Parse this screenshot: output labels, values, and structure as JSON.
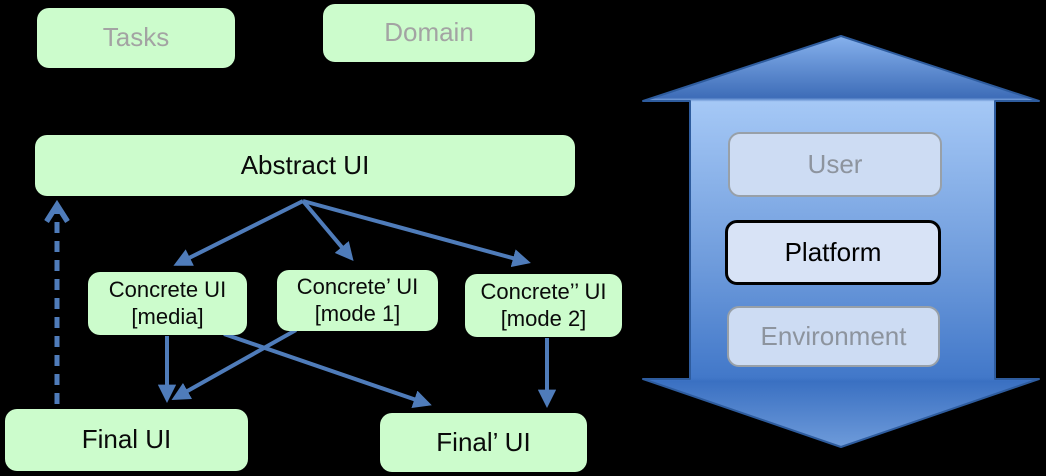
{
  "diagram": {
    "background": "#000000",
    "boxes": {
      "tasks": {
        "label": "Tasks"
      },
      "domain": {
        "label": "Domain"
      },
      "abstract_ui": {
        "label": "Abstract UI"
      },
      "concrete_media": {
        "line1": "Concrete UI",
        "line2": "[media]"
      },
      "concrete_mode1": {
        "line1": "Concrete’ UI",
        "line2": "[mode 1]"
      },
      "concrete_mode2": {
        "line1": "Concrete’’ UI",
        "line2": "[mode 2]"
      },
      "final_ui": {
        "label": "Final UI"
      },
      "final_prime_ui": {
        "label": "Final’ UI"
      }
    },
    "context_arrow": {
      "items": [
        {
          "label": "User",
          "muted": true
        },
        {
          "label": "Platform",
          "muted": false
        },
        {
          "label": "Environment",
          "muted": true
        }
      ]
    },
    "edges": [
      {
        "from": "abstract_ui",
        "to": "concrete_media",
        "style": "solid-arrow"
      },
      {
        "from": "abstract_ui",
        "to": "concrete_mode1",
        "style": "solid-arrow"
      },
      {
        "from": "abstract_ui",
        "to": "concrete_mode2",
        "style": "solid-arrow"
      },
      {
        "from": "concrete_media",
        "to": "final_ui",
        "style": "solid-arrow"
      },
      {
        "from": "concrete_media",
        "to": "final_prime_ui",
        "style": "solid-arrow"
      },
      {
        "from": "concrete_mode1",
        "to": "final_ui",
        "style": "solid-arrow"
      },
      {
        "from": "concrete_mode2",
        "to": "final_prime_ui",
        "style": "solid-arrow"
      },
      {
        "from": "final_ui",
        "to": "abstract_ui",
        "style": "dashed-arrow"
      }
    ],
    "colors": {
      "box_green": "#ccfccc",
      "muted_text": "#a3a3a3",
      "connector_blue": "#4f7cba",
      "big_arrow_light": "#a5c8f6",
      "big_arrow_dark": "#3e6db8",
      "big_arrow_stroke": "#2e5c9e",
      "context_box_fill": "#d3e0f5",
      "context_box_border_muted": "#98a0a8",
      "context_box_border_active": "#000000"
    }
  }
}
